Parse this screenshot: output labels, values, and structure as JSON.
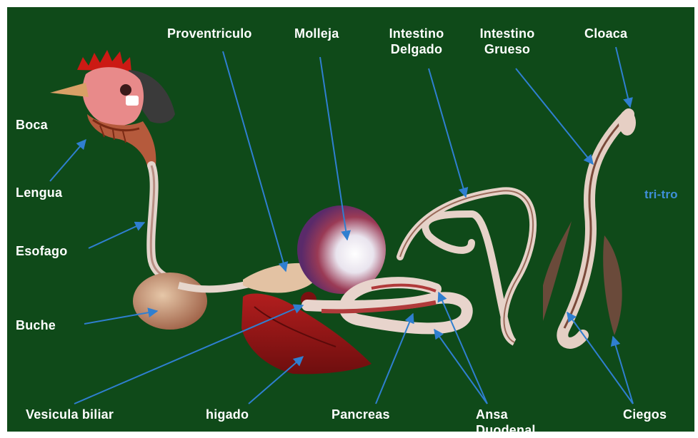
{
  "labels": {
    "proventriculo": "Proventriculo",
    "molleja": "Molleja",
    "intestino_delgado": [
      "Intestino",
      "Delgado"
    ],
    "intestino_grueso": [
      "Intestino",
      "Grueso"
    ],
    "cloaca": "Cloaca",
    "boca": "Boca",
    "lengua": "Lengua",
    "esofago": "Esofago",
    "buche": "Buche",
    "vesicula_biliar": "Vesicula biliar",
    "higado": "higado",
    "pancreas": "Pancreas",
    "ansa_duodenal": [
      "Ansa",
      "Duodenal"
    ],
    "ciegos": "Ciegos"
  },
  "watermark": "tri-tro",
  "colors": {
    "background": "#0f4a19",
    "label_text": "#ffffff",
    "pointer": "#2f7fd0",
    "watermark": "#3f8fd8",
    "comb": "#cc1a14",
    "liver": "#8e1414",
    "gut_wall": "#e9d8cf",
    "gizzard": "#7a2a4a"
  },
  "icons": [
    "chicken-head-illustration",
    "digestive-tract-illustration"
  ]
}
